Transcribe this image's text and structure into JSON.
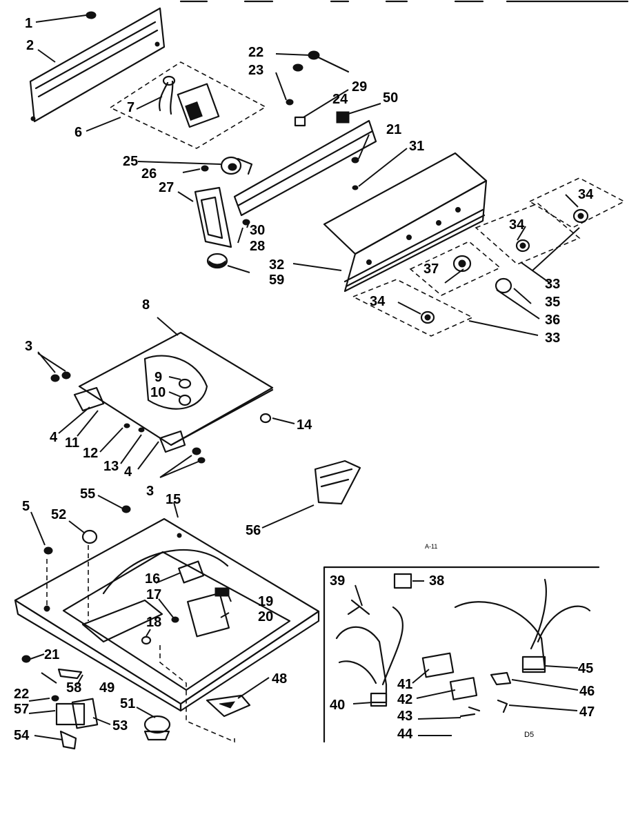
{
  "diagram": {
    "callouts": [
      {
        "id": "c1",
        "text": "1"
      },
      {
        "id": "c2",
        "text": "2"
      },
      {
        "id": "c6",
        "text": "6"
      },
      {
        "id": "c7",
        "text": "7"
      },
      {
        "id": "c22a",
        "text": "22"
      },
      {
        "id": "c23",
        "text": "23"
      },
      {
        "id": "c29",
        "text": "29"
      },
      {
        "id": "c24",
        "text": "24"
      },
      {
        "id": "c50",
        "text": "50"
      },
      {
        "id": "c21a",
        "text": "21"
      },
      {
        "id": "c31",
        "text": "31"
      },
      {
        "id": "c25",
        "text": "25"
      },
      {
        "id": "c26",
        "text": "26"
      },
      {
        "id": "c27",
        "text": "27"
      },
      {
        "id": "c30",
        "text": "30"
      },
      {
        "id": "c28",
        "text": "28"
      },
      {
        "id": "c32",
        "text": "32"
      },
      {
        "id": "c59",
        "text": "59"
      },
      {
        "id": "c34a",
        "text": "34"
      },
      {
        "id": "c34b",
        "text": "34"
      },
      {
        "id": "c37",
        "text": "37"
      },
      {
        "id": "c33a",
        "text": "33"
      },
      {
        "id": "c35",
        "text": "35"
      },
      {
        "id": "c36",
        "text": "36"
      },
      {
        "id": "c34c",
        "text": "34"
      },
      {
        "id": "c33b",
        "text": "33"
      },
      {
        "id": "c8",
        "text": "8"
      },
      {
        "id": "c3a",
        "text": "3"
      },
      {
        "id": "c9",
        "text": "9"
      },
      {
        "id": "c10",
        "text": "10"
      },
      {
        "id": "c14",
        "text": "14"
      },
      {
        "id": "c4a",
        "text": "4"
      },
      {
        "id": "c11",
        "text": "11"
      },
      {
        "id": "c12",
        "text": "12"
      },
      {
        "id": "c13",
        "text": "13"
      },
      {
        "id": "c4b",
        "text": "4"
      },
      {
        "id": "c3b",
        "text": "3"
      },
      {
        "id": "c55",
        "text": "55"
      },
      {
        "id": "c15",
        "text": "15"
      },
      {
        "id": "c5",
        "text": "5"
      },
      {
        "id": "c52",
        "text": "52"
      },
      {
        "id": "c56",
        "text": "56"
      },
      {
        "id": "c16",
        "text": "16"
      },
      {
        "id": "c17",
        "text": "17"
      },
      {
        "id": "c19",
        "text": "19"
      },
      {
        "id": "c20",
        "text": "20"
      },
      {
        "id": "c18",
        "text": "18"
      },
      {
        "id": "c21b",
        "text": "21"
      },
      {
        "id": "c58",
        "text": "58"
      },
      {
        "id": "c49",
        "text": "49"
      },
      {
        "id": "c48",
        "text": "48"
      },
      {
        "id": "c22b",
        "text": "22"
      },
      {
        "id": "c57",
        "text": "57"
      },
      {
        "id": "c51",
        "text": "51"
      },
      {
        "id": "c53",
        "text": "53"
      },
      {
        "id": "c54",
        "text": "54"
      },
      {
        "id": "c39",
        "text": "39"
      },
      {
        "id": "c38",
        "text": "38"
      },
      {
        "id": "c45",
        "text": "45"
      },
      {
        "id": "c41",
        "text": "41"
      },
      {
        "id": "c46",
        "text": "46"
      },
      {
        "id": "c42",
        "text": "42"
      },
      {
        "id": "c40",
        "text": "40"
      },
      {
        "id": "c47",
        "text": "47"
      },
      {
        "id": "c43",
        "text": "43"
      },
      {
        "id": "c44",
        "text": "44"
      }
    ],
    "drawing_code": "A-11",
    "inset_code": "D5"
  }
}
